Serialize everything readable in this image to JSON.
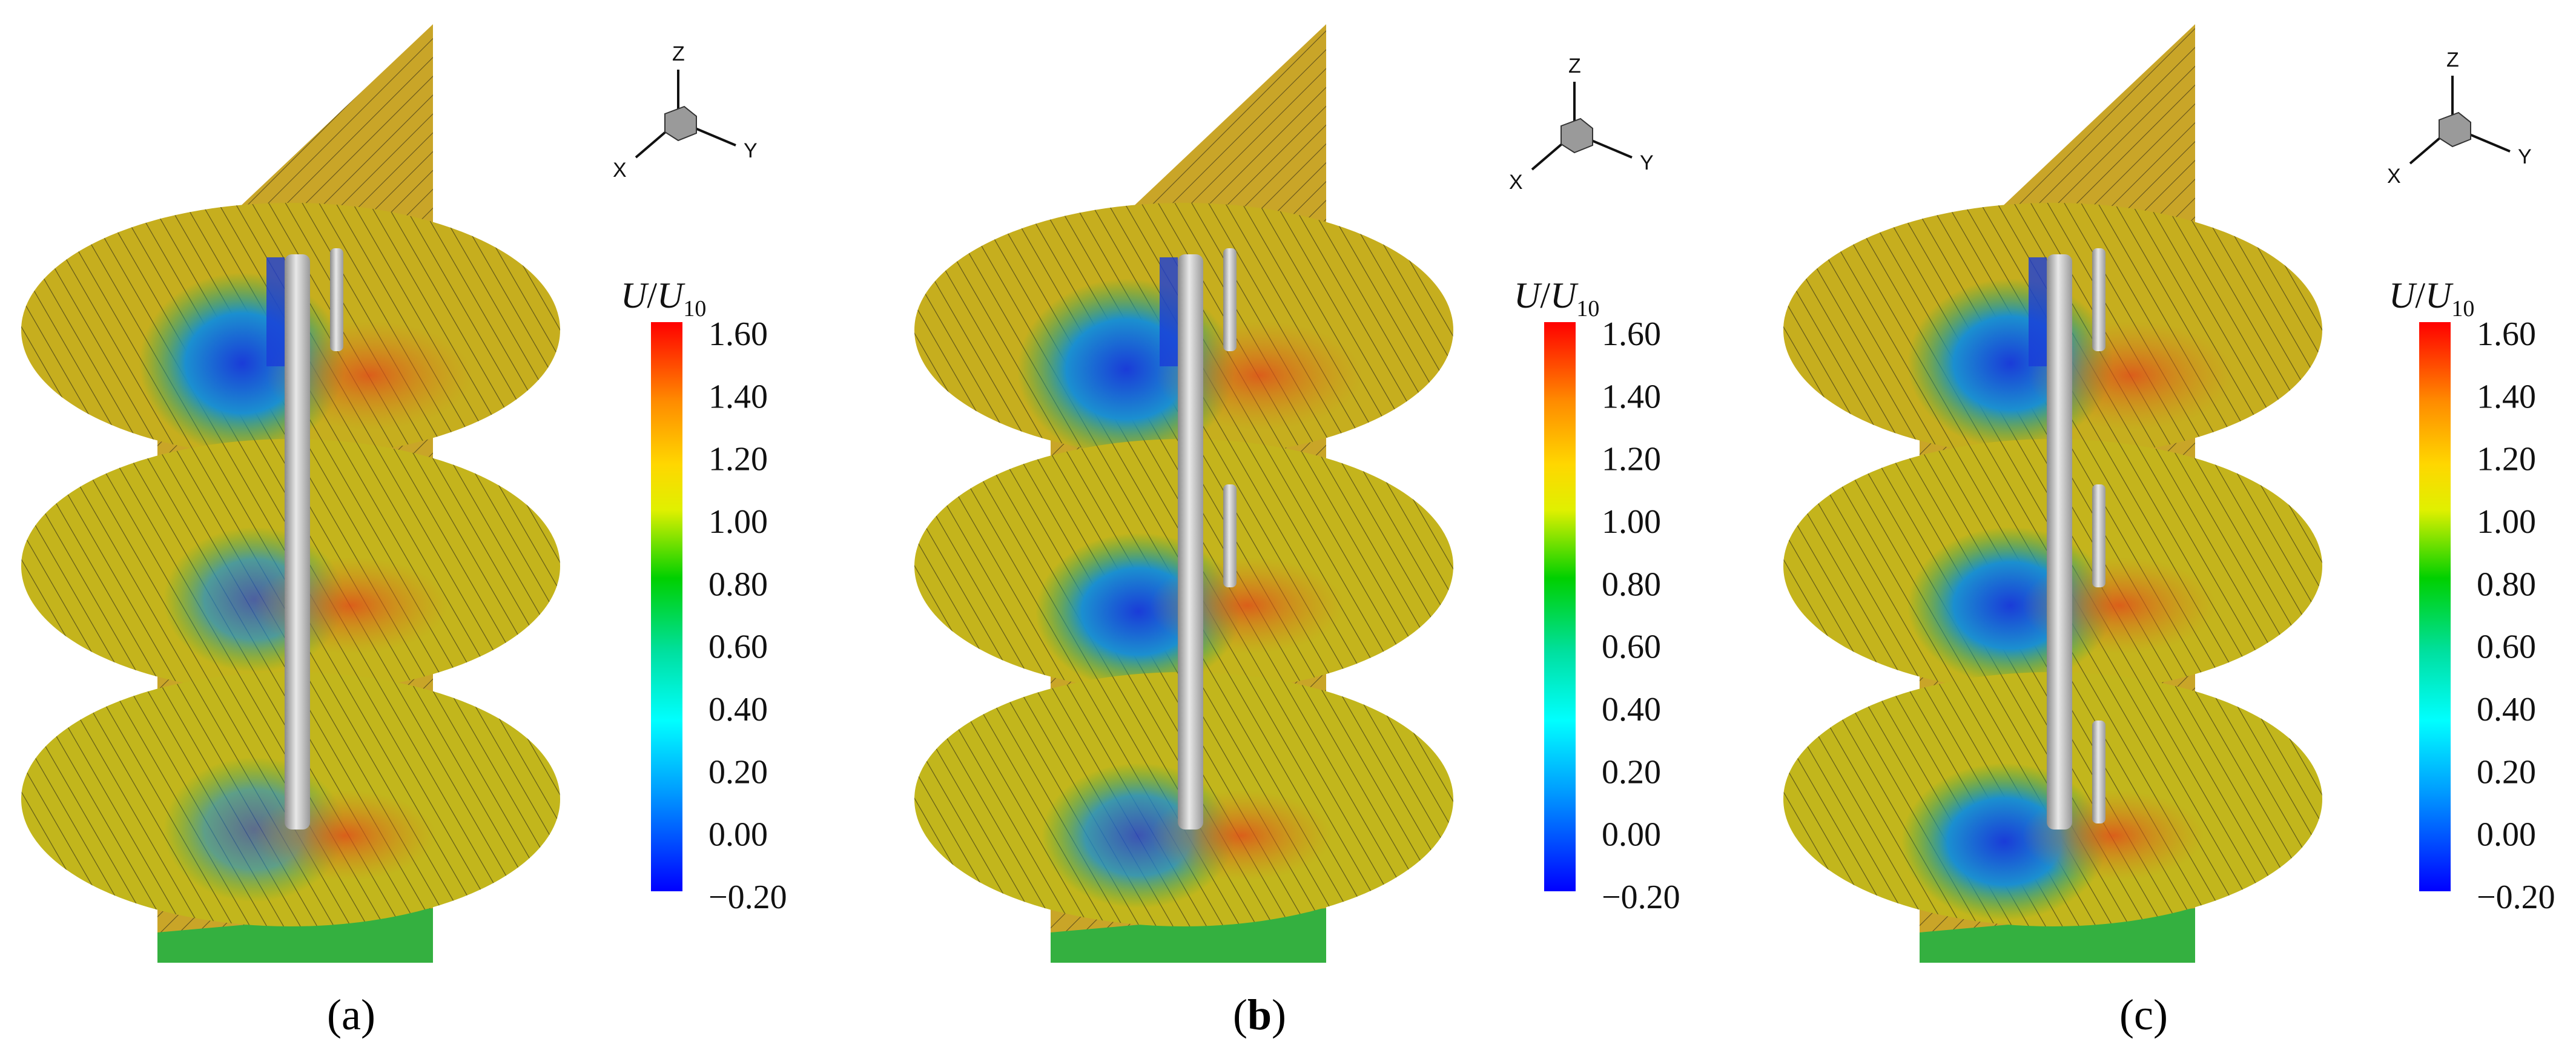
{
  "panels": [
    {
      "id": "a",
      "label_open": "(",
      "label_letter": "a",
      "label_close": ")"
    },
    {
      "id": "b",
      "label_open": "(",
      "label_letter": "b",
      "label_close": ")"
    },
    {
      "id": "c",
      "label_open": "(",
      "label_letter": "c",
      "label_close": ")"
    }
  ],
  "axes_triad": {
    "x": "X",
    "y": "Y",
    "z": "Z"
  },
  "colorbar": {
    "title_u": "U",
    "title_slash": "/",
    "title_u2": "U",
    "title_sub": "10",
    "ticks": [
      "1.60",
      "1.40",
      "1.20",
      "1.00",
      "0.80",
      "0.60",
      "0.40",
      "0.20",
      "0.00",
      "−0.20"
    ],
    "range": [
      -0.2,
      1.6
    ],
    "colors": [
      "#ff0000",
      "#ff8c00",
      "#ffd700",
      "#e0f000",
      "#00d000",
      "#00e0a0",
      "#00ffff",
      "#00a0ff",
      "#0000ff"
    ]
  },
  "field_colors": {
    "free_stream": "#c2b21a",
    "upper": "#c8a226",
    "wake": "#18a84a",
    "recirculation": "#1a3cd8",
    "acceleration": "#d2541e",
    "cylinder": "#c8c8c8"
  }
}
